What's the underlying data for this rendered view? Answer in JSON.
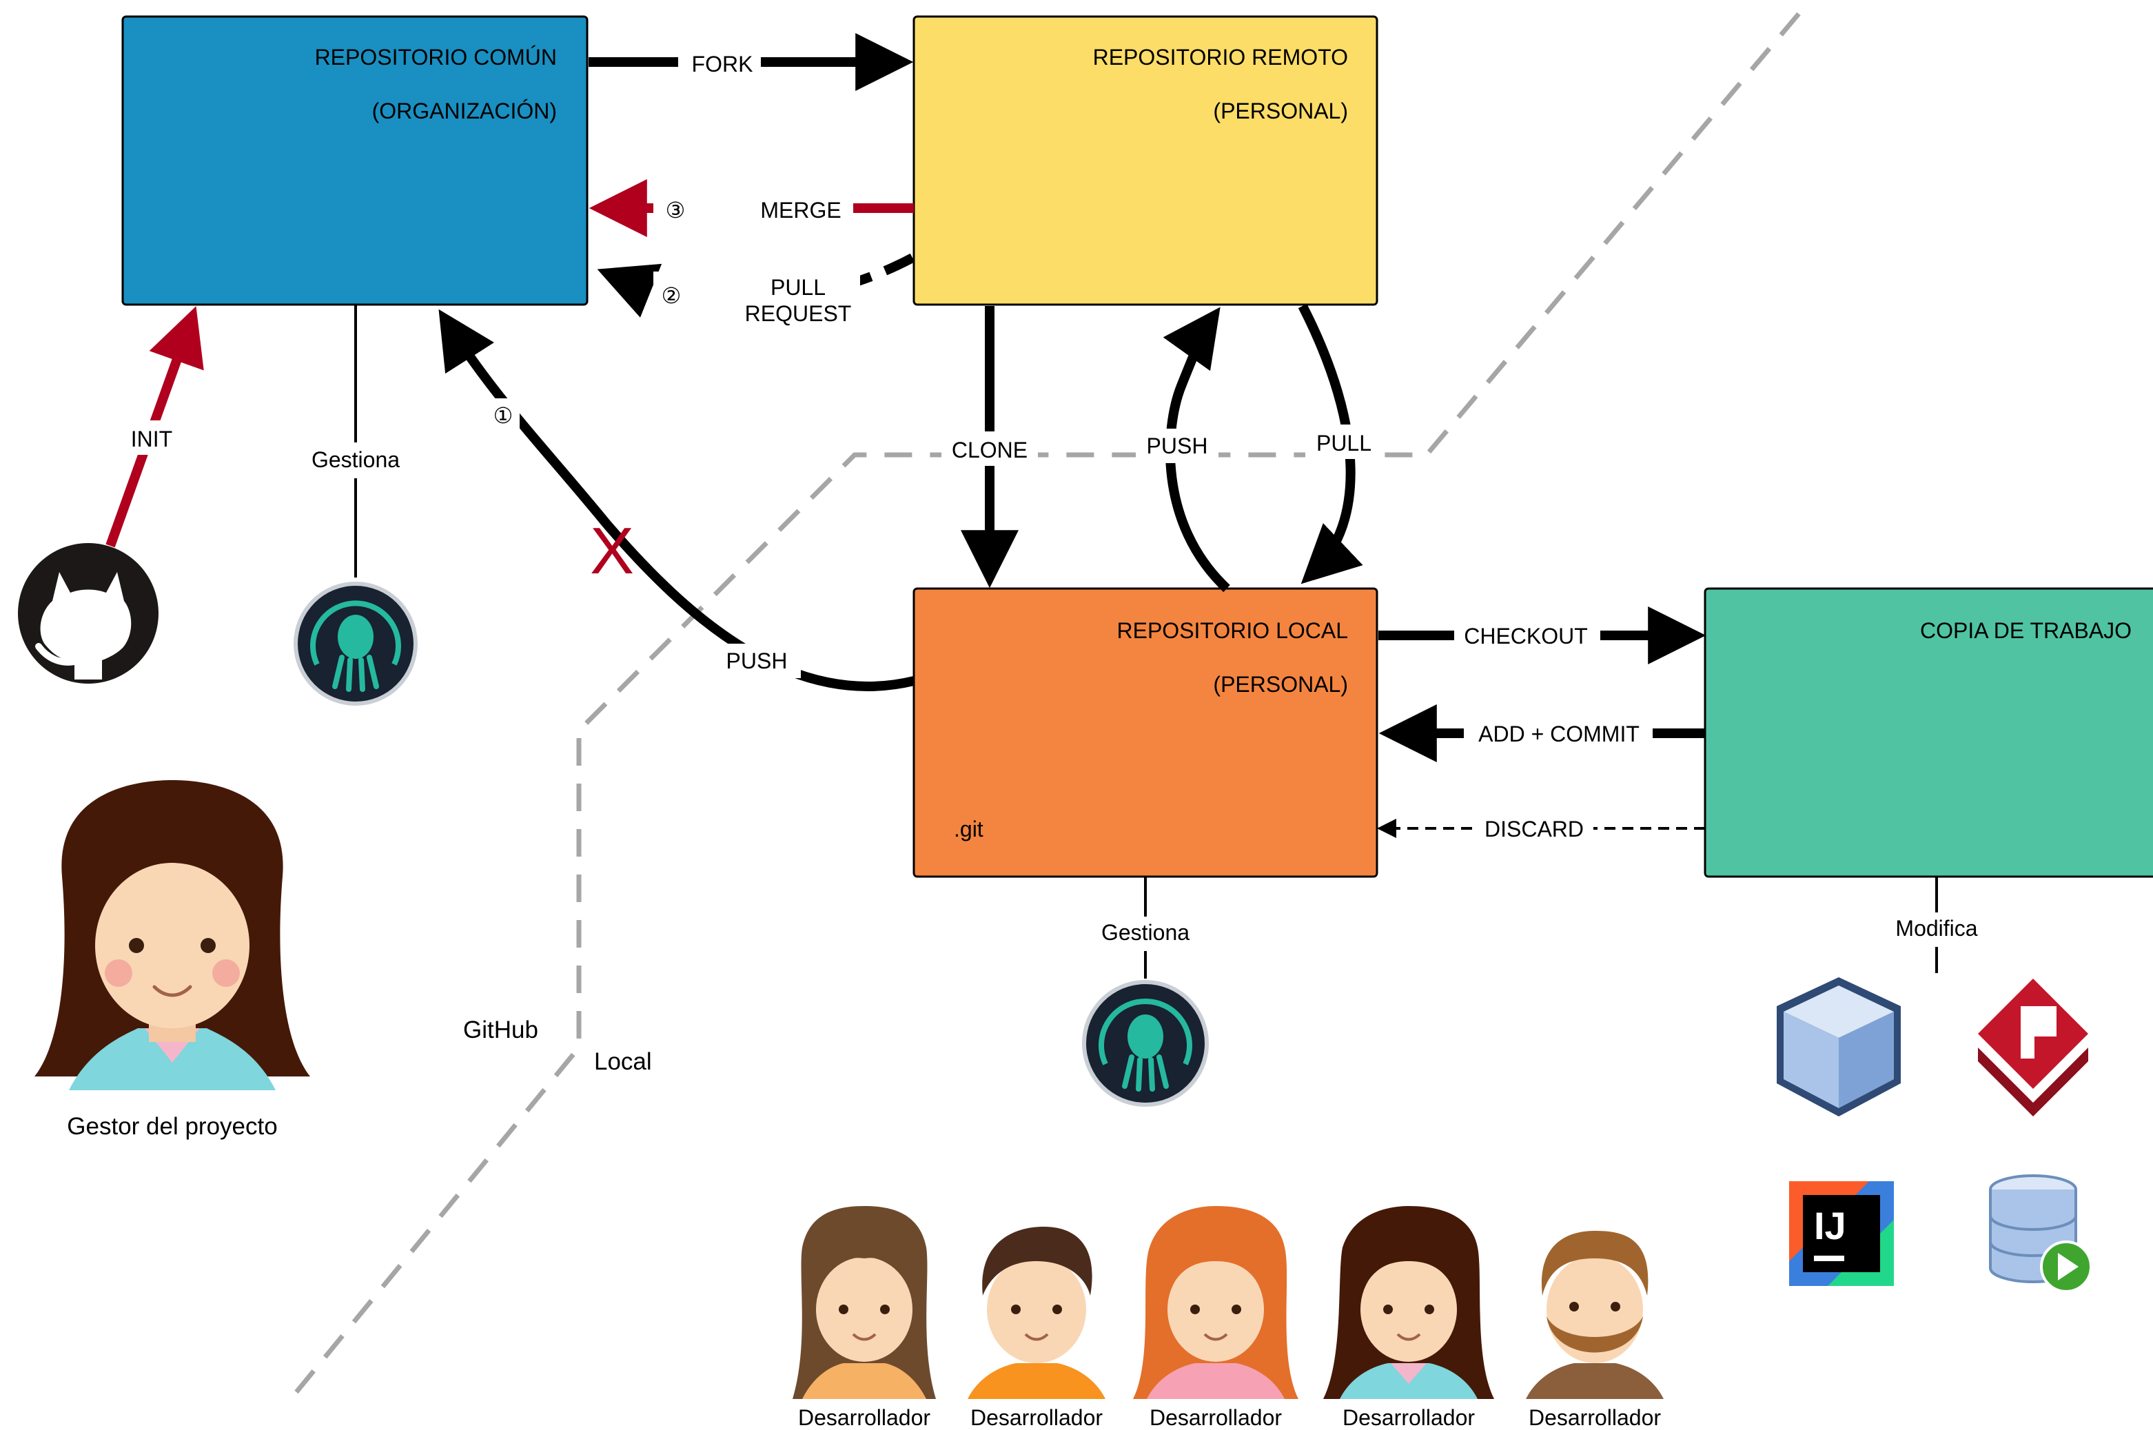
{
  "boxes": {
    "common": {
      "title": "REPOSITORIO COMÚN",
      "subtitle": "(ORGANIZACIÓN)",
      "color": "#1A8FC1"
    },
    "remote": {
      "title": "REPOSITORIO REMOTO",
      "subtitle": "(PERSONAL)",
      "color": "#FCDD68"
    },
    "local": {
      "title": "REPOSITORIO LOCAL",
      "subtitle": "(PERSONAL)",
      "note": ".git",
      "color": "#F48540"
    },
    "working": {
      "title": "COPIA DE TRABAJO",
      "color": "#50C3A3"
    }
  },
  "arrows": {
    "fork": "FORK",
    "merge": "MERGE",
    "merge_step": "③",
    "pull_request_line1": "PULL",
    "pull_request_line2": "REQUEST",
    "pull_request_step": "②",
    "push_common_step": "①",
    "push_common": "PUSH",
    "blocked_mark": "X",
    "init": "INIT",
    "clone": "CLONE",
    "push": "PUSH",
    "pull": "PULL",
    "checkout": "CHECKOUT",
    "add_commit": "ADD + COMMIT",
    "discard": "DISCARD"
  },
  "connectors": {
    "manages_common": "Gestiona",
    "manages_local": "Gestiona",
    "modifies": "Modifica"
  },
  "zones": {
    "github": "GitHub",
    "local": "Local"
  },
  "people": {
    "manager": "Gestor del proyecto",
    "developers": [
      "Desarrollador",
      "Desarrollador",
      "Desarrollador",
      "Desarrollador",
      "Desarrollador"
    ]
  },
  "icons": [
    "github-icon",
    "gitkraken-icon",
    "netbeans-icon",
    "filezilla-like-icon",
    "intellij-icon",
    "database-run-icon"
  ],
  "colors": {
    "accent_red": "#B0001E",
    "zone_line": "#A6A6A6"
  }
}
